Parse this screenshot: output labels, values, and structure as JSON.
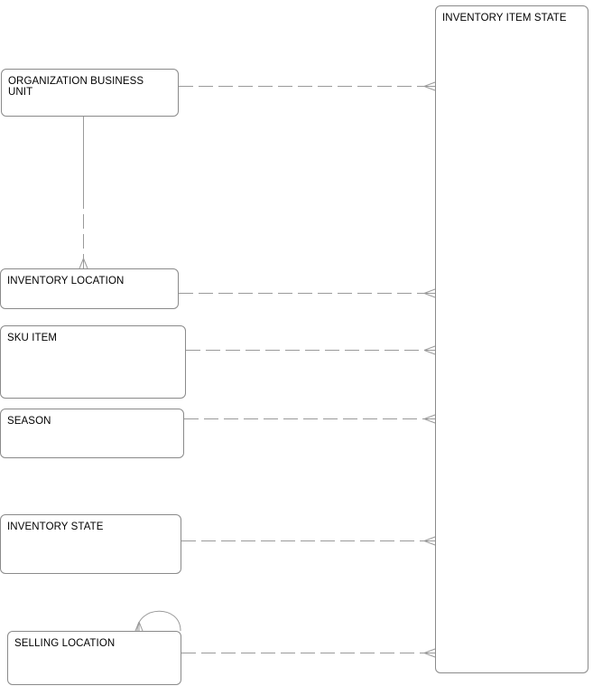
{
  "diagram": {
    "entities": {
      "organization_business_unit": "ORGANIZATION BUSINESS UNIT",
      "inventory_location": "INVENTORY LOCATION",
      "sku_item": "SKU ITEM",
      "season": "SEASON",
      "inventory_state": "INVENTORY STATE",
      "selling_location": "SELLING LOCATION",
      "inventory_item_state": "INVENTORY ITEM STATE"
    },
    "colors": {
      "line": "#9a9a9a",
      "border": "#8a8a8a",
      "text": "#000000"
    },
    "relationships": [
      {
        "from": "organization_business_unit",
        "to": "inventory_item_state",
        "cardinality": "one-to-many"
      },
      {
        "from": "organization_business_unit",
        "to": "inventory_location",
        "cardinality": "one-to-many"
      },
      {
        "from": "inventory_location",
        "to": "inventory_item_state",
        "cardinality": "one-to-many"
      },
      {
        "from": "sku_item",
        "to": "inventory_item_state",
        "cardinality": "one-to-many"
      },
      {
        "from": "season",
        "to": "inventory_item_state",
        "cardinality": "one-to-many"
      },
      {
        "from": "inventory_state",
        "to": "inventory_item_state",
        "cardinality": "one-to-many"
      },
      {
        "from": "selling_location",
        "to": "inventory_item_state",
        "cardinality": "one-to-many"
      },
      {
        "from": "selling_location",
        "to": "selling_location",
        "cardinality": "recursive"
      }
    ]
  }
}
